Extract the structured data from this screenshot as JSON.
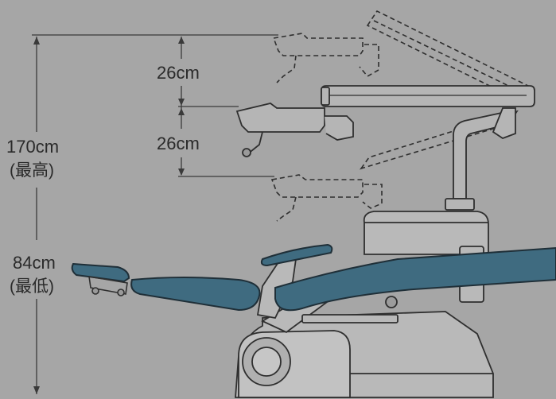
{
  "dimensions": {
    "step_upper": "26cm",
    "step_lower": "26cm",
    "max_height": "170cm",
    "max_note": "(最高)",
    "min_height": "84cm",
    "min_note": "(最低)"
  },
  "colors": {
    "background": "#a6a6a6",
    "upholstery": "#3f6b80",
    "outline": "#2f2f2f",
    "chair_fill": "#b9b9b9",
    "text": "#2a2a2a"
  }
}
